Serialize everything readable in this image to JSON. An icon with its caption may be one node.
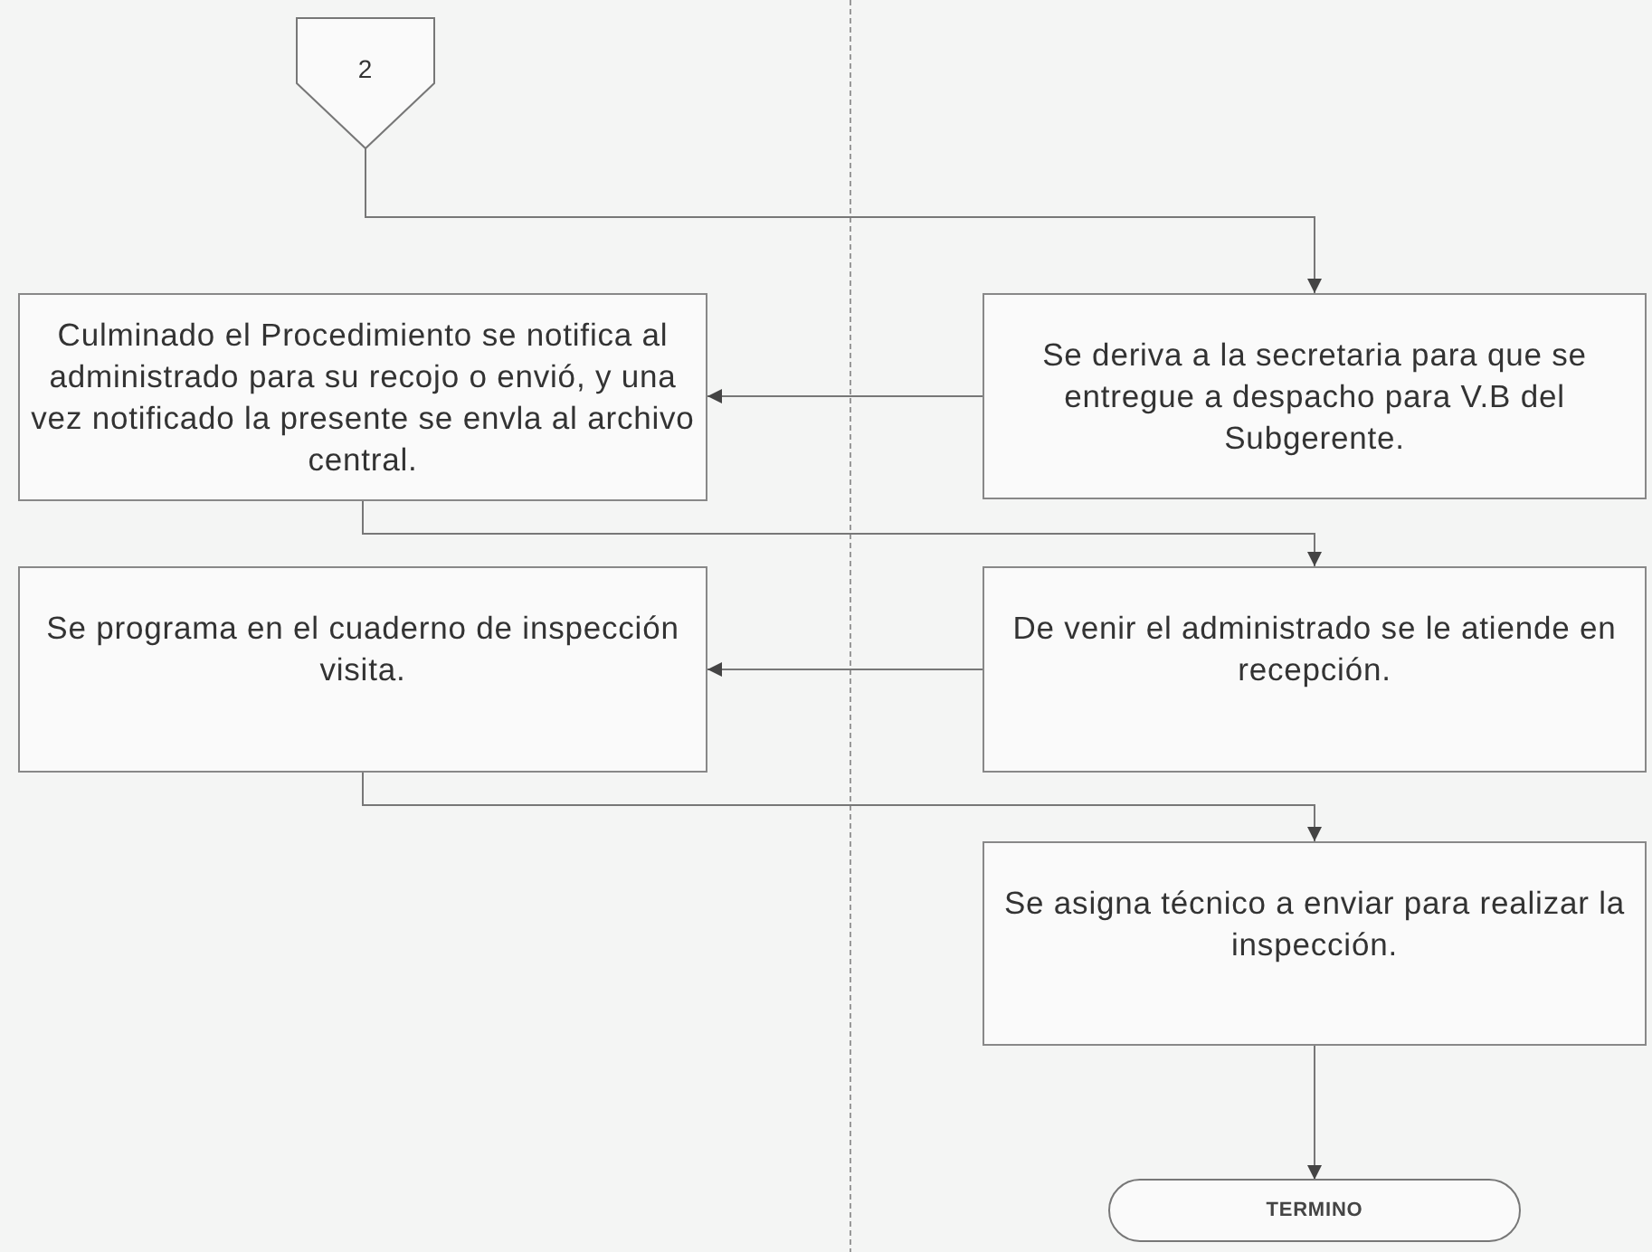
{
  "diagram": {
    "nodes": [
      {
        "text": [
          "2"
        ]
      },
      {
        "text": [
          "Culminado el Procedimiento se notifica al administrado para su recojo o envió, y una vez notificado la presente se envla al archivo central."
        ]
      },
      {
        "text": [
          "Se deriva a la secretaria para que se entregue a despacho para V.B del Subgerente."
        ]
      },
      {
        "text": [
          "Se programa en el cuaderno de inspección visita."
        ]
      },
      {
        "text": [
          "De venir el administrado se le atiende en recepción."
        ]
      },
      {
        "text": [
          "Se asigna técnico a enviar para realizar la inspección."
        ]
      },
      {
        "text": [
          "TERMINO"
        ]
      }
    ],
    "edges": [
      {
        "from": 0,
        "to": 2,
        "arrow": "to"
      },
      {
        "from": 2,
        "to": 1,
        "arrow": "to"
      },
      {
        "from": 1,
        "to": 4,
        "arrow": "to"
      },
      {
        "from": 4,
        "to": 3,
        "arrow": "to"
      },
      {
        "from": 3,
        "to": 5,
        "arrow": "to"
      },
      {
        "from": 5,
        "to": 6,
        "arrow": "to"
      }
    ]
  }
}
